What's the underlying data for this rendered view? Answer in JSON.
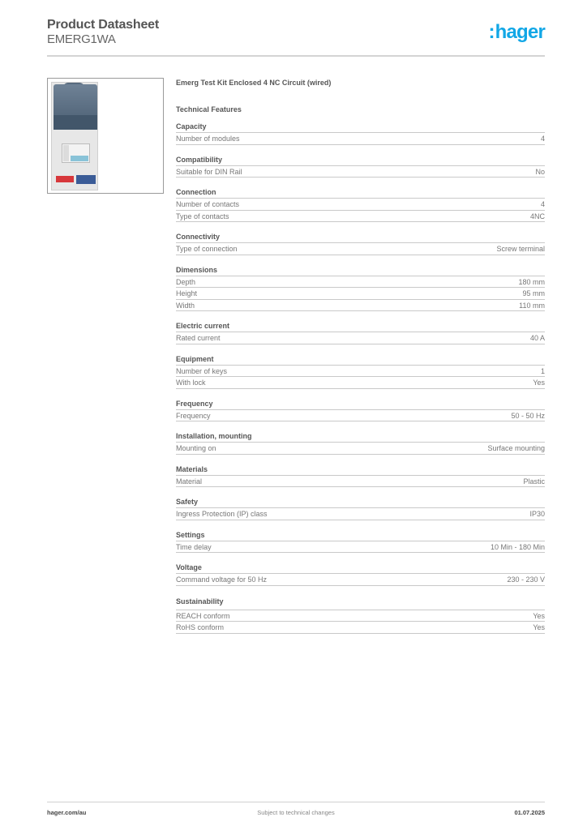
{
  "header": {
    "title": "Product Datasheet",
    "product_code": "EMERG1WA",
    "logo_text": "hager",
    "logo_color": "#12a7e6"
  },
  "product": {
    "name": "Emerg Test Kit Enclosed 4 NC Circuit (wired)",
    "image_alt": "product-image-enclosure"
  },
  "technical_features": {
    "title": "Technical Features",
    "groups": [
      {
        "name": "Capacity",
        "rows": [
          {
            "label": "Number of modules",
            "value": "4"
          }
        ]
      },
      {
        "name": "Compatibility",
        "rows": [
          {
            "label": "Suitable for DIN Rail",
            "value": "No"
          }
        ]
      },
      {
        "name": "Connection",
        "rows": [
          {
            "label": "Number of contacts",
            "value": "4"
          },
          {
            "label": "Type of contacts",
            "value": "4NC"
          }
        ]
      },
      {
        "name": "Connectivity",
        "rows": [
          {
            "label": "Type of connection",
            "value": "Screw terminal"
          }
        ]
      },
      {
        "name": "Dimensions",
        "rows": [
          {
            "label": "Depth",
            "value": "180 mm"
          },
          {
            "label": "Height",
            "value": "95 mm"
          },
          {
            "label": "Width",
            "value": "110 mm"
          }
        ]
      },
      {
        "name": "Electric current",
        "rows": [
          {
            "label": "Rated current",
            "value": "40 A"
          }
        ]
      },
      {
        "name": "Equipment",
        "rows": [
          {
            "label": "Number of keys",
            "value": "1"
          },
          {
            "label": "With lock",
            "value": "Yes"
          }
        ]
      },
      {
        "name": "Frequency",
        "rows": [
          {
            "label": "Frequency",
            "value": "50 - 50 Hz"
          }
        ]
      },
      {
        "name": "Installation, mounting",
        "rows": [
          {
            "label": "Mounting on",
            "value": "Surface mounting"
          }
        ]
      },
      {
        "name": "Materials",
        "rows": [
          {
            "label": "Material",
            "value": "Plastic"
          }
        ]
      },
      {
        "name": "Safety",
        "rows": [
          {
            "label": "Ingress Protection (IP) class",
            "value": "IP30"
          }
        ]
      },
      {
        "name": "Settings",
        "rows": [
          {
            "label": "Time delay",
            "value": "10 Min - 180 Min"
          }
        ]
      },
      {
        "name": "Voltage",
        "rows": [
          {
            "label": "Command voltage for 50 Hz",
            "value": "230 - 230 V"
          }
        ]
      },
      {
        "name": "Sustainability",
        "rows": [
          {
            "label": "REACH conform",
            "value": "Yes"
          },
          {
            "label": "RoHS conform",
            "value": "Yes"
          }
        ]
      }
    ]
  },
  "footer": {
    "website": "hager.com/au",
    "note": "Subject to technical changes",
    "date": "01.07.2025"
  }
}
